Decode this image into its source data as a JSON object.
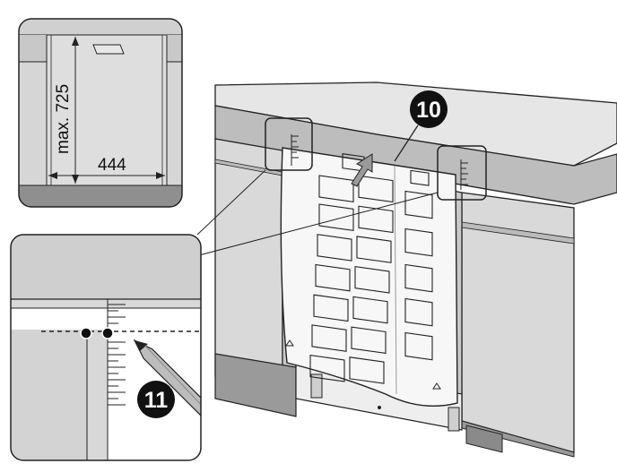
{
  "dimensions": {
    "height_label": "max. 725",
    "width_label": "444"
  },
  "steps": {
    "step_10": "10",
    "step_11": "11"
  },
  "colors": {
    "panel_gray": "#dcdcdc",
    "panel_gray_dark": "#c4c4c4",
    "strip_dark": "#8f8f8f",
    "outline": "#222222",
    "badge": "#111111"
  },
  "icons": {
    "arrow": "up-right-arrow-icon",
    "pencil": "pencil-icon"
  }
}
